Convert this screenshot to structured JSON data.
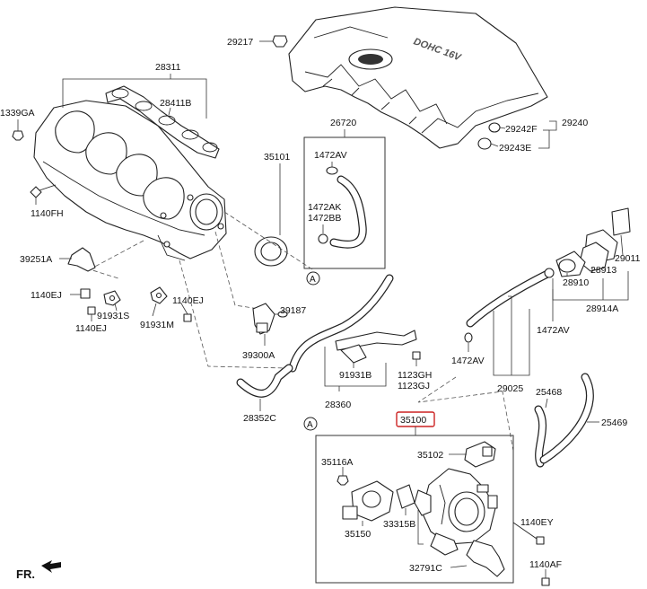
{
  "labels": {
    "p29217": "29217",
    "p28311": "28311",
    "p1339GA": "1339GA",
    "p28411B": "28411B",
    "p26720": "26720",
    "p1472AV_a": "1472AV",
    "p35101": "35101",
    "p1472AK": "1472AK",
    "p1472BB": "1472BB",
    "p29242F": "29242F",
    "p29240": "29240",
    "p29243E": "29243E",
    "p1140FH": "1140FH",
    "p29011": "29011",
    "p28913": "28913",
    "p28910": "28910",
    "p39251A": "39251A",
    "p28914A": "28914A",
    "p1140EJ_a": "1140EJ",
    "p1140EJ_b": "1140EJ",
    "p39187": "39187",
    "p91931S": "91931S",
    "p1140EJ_c": "1140EJ",
    "p91931M": "91931M",
    "p1472AV_b": "1472AV",
    "p39300A": "39300A",
    "p1472AV_c": "1472AV",
    "p91931B": "91931B",
    "p1123GH": "1123GH",
    "p1123GJ": "1123GJ",
    "p29025": "29025",
    "p25468": "25468",
    "p28360": "28360",
    "p28352C": "28352C",
    "p25469": "25469",
    "p35100": "35100",
    "p35102": "35102",
    "p35116A": "35116A",
    "p33315B": "33315B",
    "p35150": "35150",
    "p1140EY": "1140EY",
    "p32791C": "32791C",
    "p1140AF": "1140AF",
    "fr": "FR.",
    "ref_a1": "A",
    "ref_a2": "A"
  },
  "engraving": "DOHC 16V",
  "colors": {
    "line": "#222222",
    "highlight": "#cc2222",
    "background": "#ffffff"
  }
}
